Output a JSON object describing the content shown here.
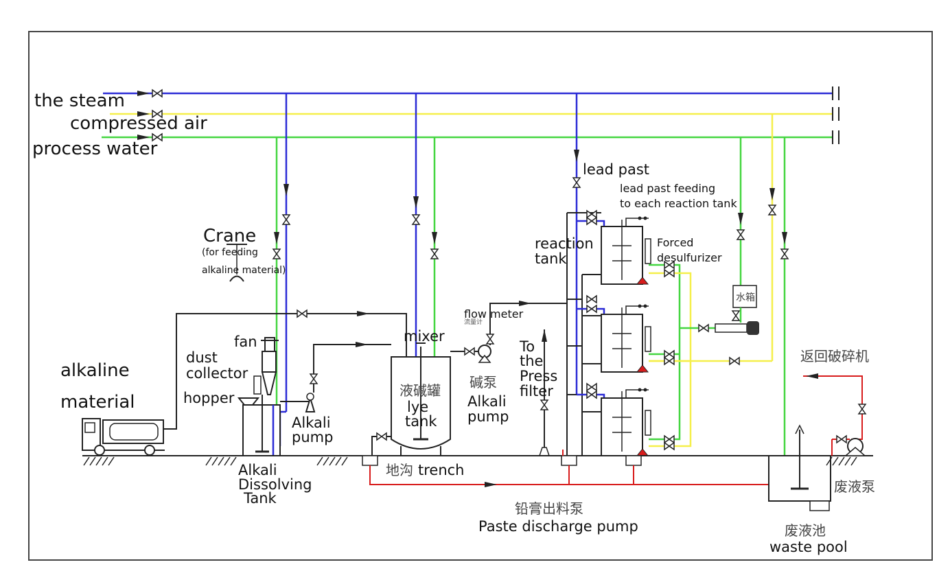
{
  "colors": {
    "steam": "#2b2bd6",
    "air": "#f5ef4a",
    "water": "#44d640",
    "waste": "#d81c1c",
    "equipment": "#222222"
  },
  "utilities": {
    "steam": "the steam",
    "air": "compressed air",
    "water": "process water"
  },
  "labels": {
    "crane": "Crane",
    "crane_note_1": "(for feeding",
    "crane_note_2": "alkaline material)",
    "alkaline_1": "alkaline",
    "alkaline_2": "material",
    "fan": "fan",
    "dust_1": "dust",
    "dust_2": "collector",
    "hopper": "hopper",
    "alkali_pump_1": "Alkali",
    "alkali_pump_2": "pump",
    "dissolving_1": "Alkali",
    "dissolving_2": "Dissolving",
    "dissolving_3": "Tank",
    "mixer": "mixer",
    "lye_cn": "液碱罐",
    "lye_1": "lye",
    "lye_2": "tank",
    "flowmeter": "flow meter",
    "flowmeter_cn": "流量计",
    "alkali_pump_cn": "碱泵",
    "alkali_pump2_1": "Alkali",
    "alkali_pump2_2": "pump",
    "press_1": "To",
    "press_2": "the",
    "press_3": "Press",
    "press_4": "filter",
    "lead_past": "lead past",
    "lead_feed_1": "lead past feeding",
    "lead_feed_2": "to each reaction tank",
    "reaction_1": "reaction",
    "reaction_2": "tank",
    "desulf_1": "Forced",
    "desulf_2": "desulfurizer",
    "water_tank_cn": "水箱",
    "return_cn": "返回破碎机",
    "trench_cn": "地沟",
    "trench": "trench",
    "paste_cn": "铅膏出料泵",
    "paste": "Paste discharge pump",
    "waste_pump_cn": "废液泵",
    "waste_pool_cn": "废液池",
    "waste_pool": "waste pool"
  }
}
